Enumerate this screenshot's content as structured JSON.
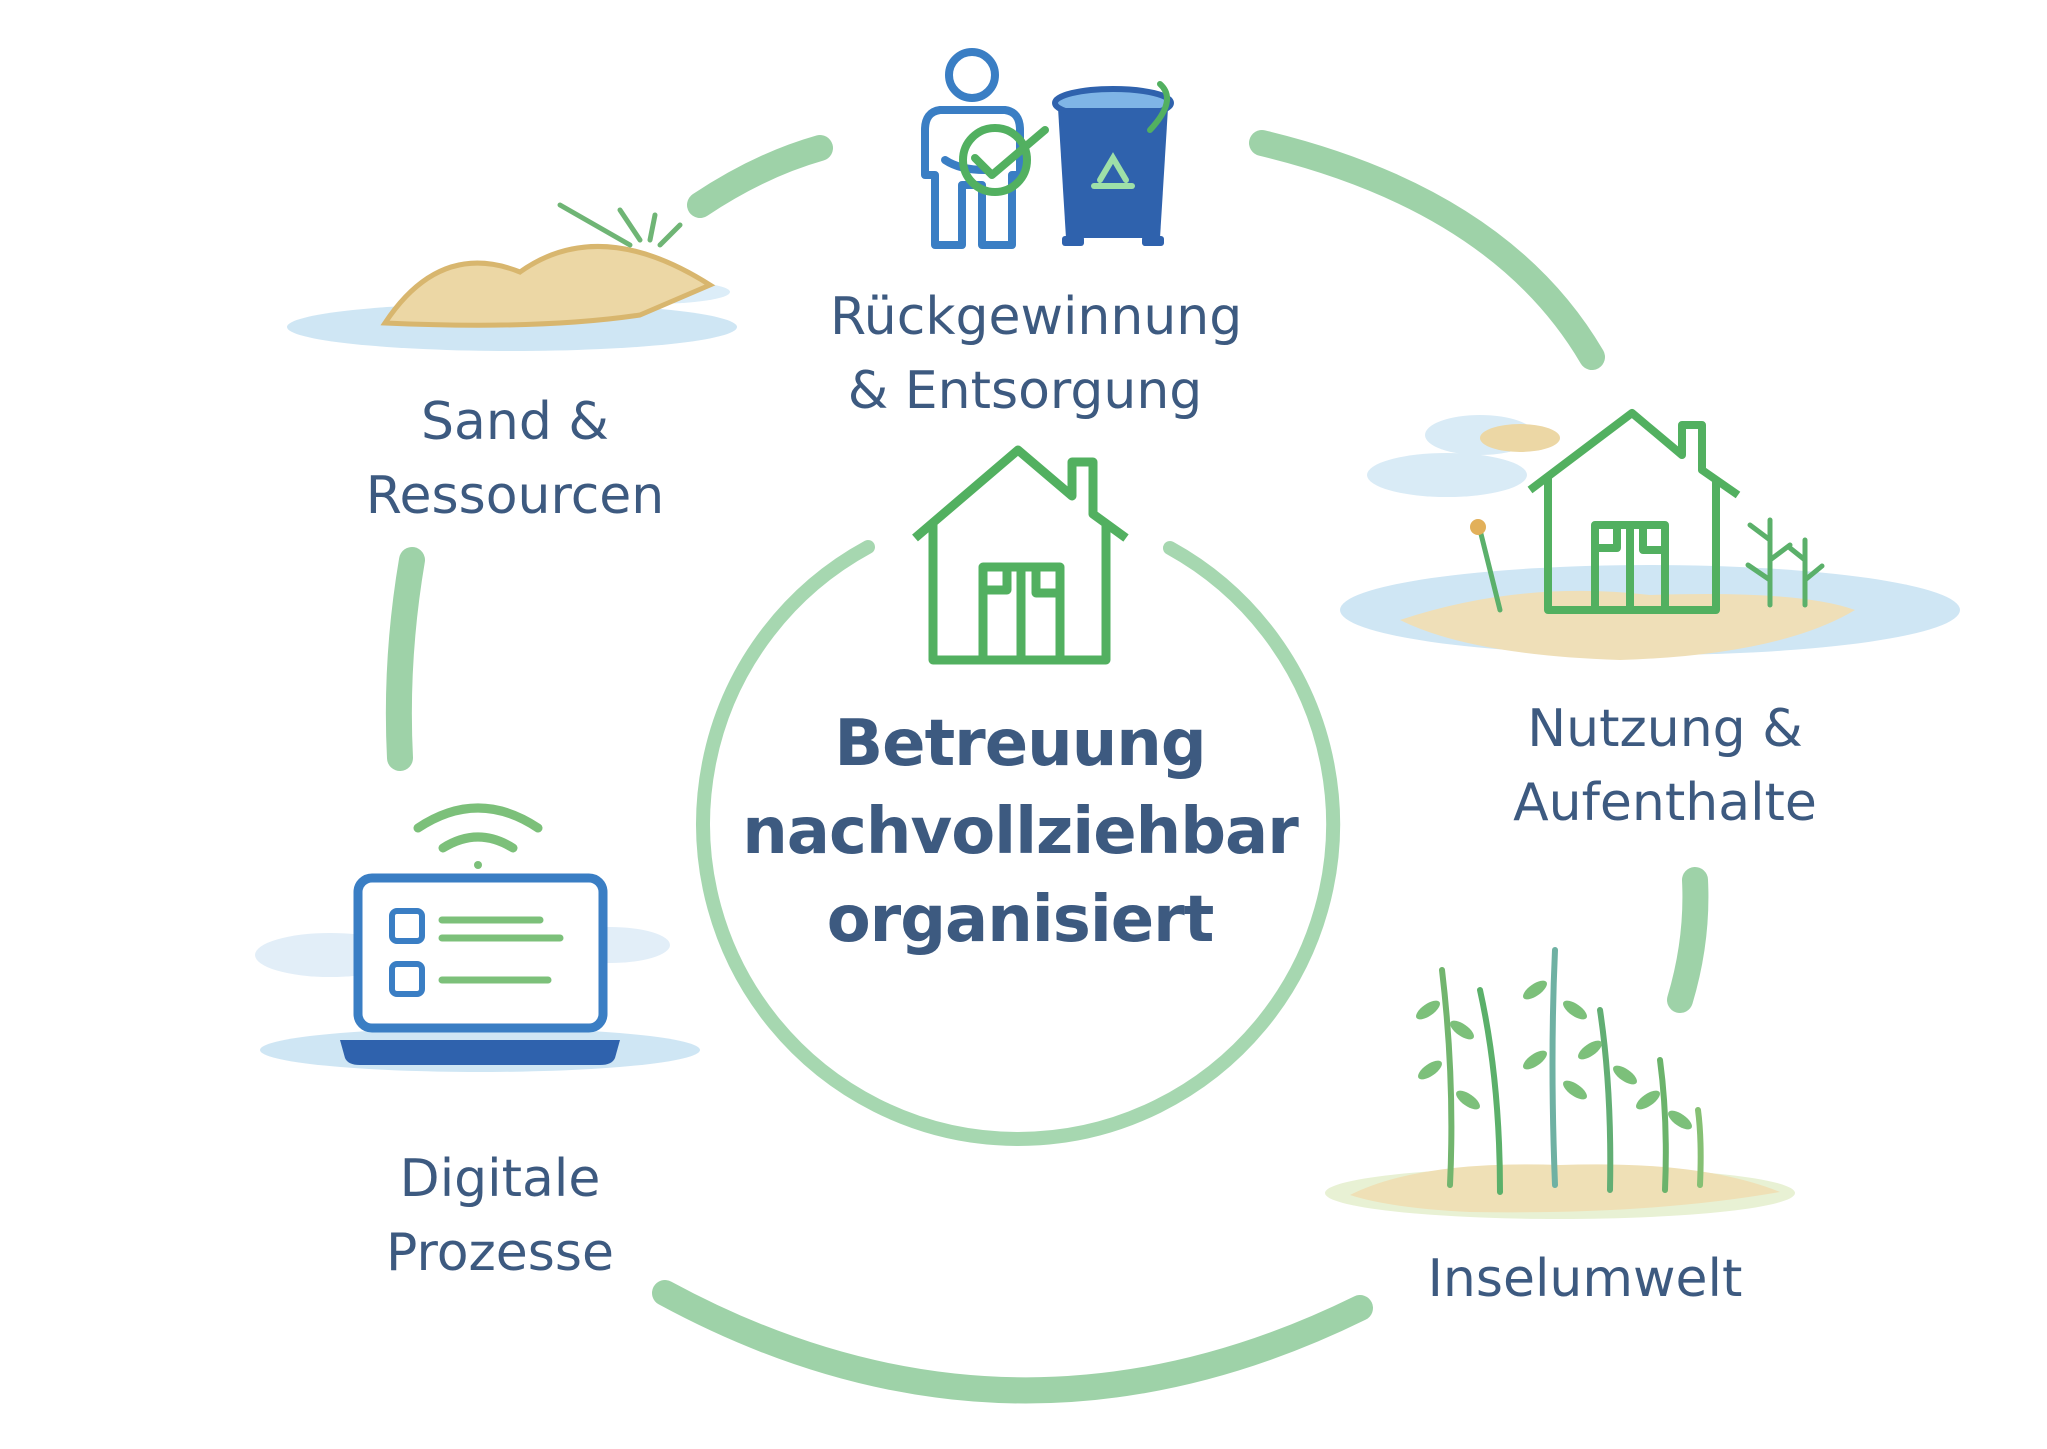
{
  "colors": {
    "ring": "#9ed2a8",
    "house_green": "#52b060",
    "text_navy": "#3d5a80",
    "person_blue": "#3a7ec4",
    "bin_blue": "#2f62ad",
    "sand": "#e8d3a0",
    "water": "#cfe6f4"
  },
  "center": {
    "line1": "Betreuung",
    "line2": "nachvollziehbar",
    "line3": "organisiert"
  },
  "nodes": {
    "recovery": {
      "line1": "Rückgewinnung",
      "line2": "& Entsorgung",
      "icons": [
        "person-icon",
        "checkmark-icon",
        "recycling-bin-icon"
      ]
    },
    "sand": {
      "line1": "Sand &",
      "line2": "Ressourcen",
      "icons": [
        "sand-dune-icon"
      ]
    },
    "usage": {
      "line1": "Nutzung &",
      "line2": "Aufenthalte",
      "icons": [
        "house-icon",
        "island-icon"
      ]
    },
    "environment": {
      "line1": "Inselumwelt",
      "icons": [
        "plants-icon"
      ]
    },
    "digital": {
      "line1": "Digitale",
      "line2": "Prozesse",
      "icons": [
        "laptop-icon",
        "wifi-icon",
        "checklist-icon"
      ]
    }
  }
}
